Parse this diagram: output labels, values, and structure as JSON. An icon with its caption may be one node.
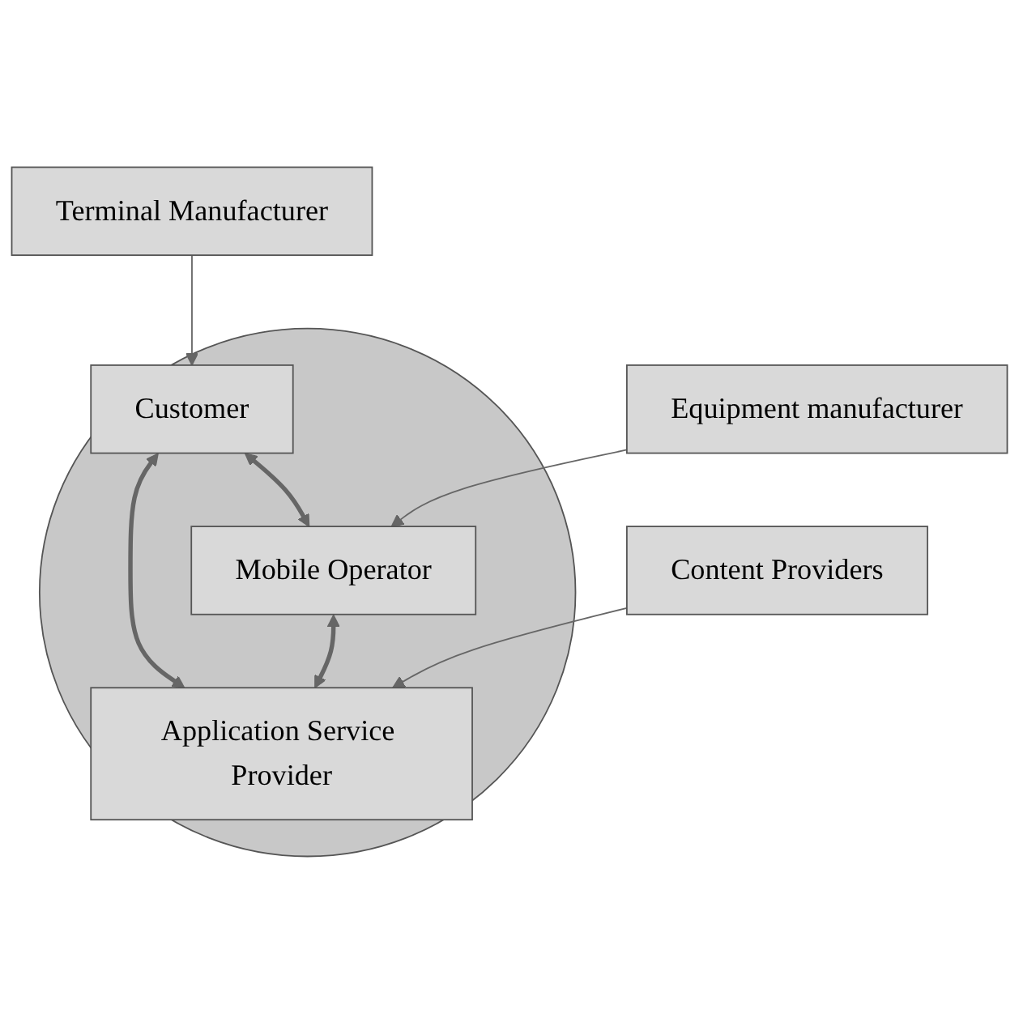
{
  "diagram": {
    "nodes": [
      {
        "text": [
          "Terminal Manufacturer"
        ]
      },
      {
        "text": [],
        "shape": "circle"
      },
      {
        "text": [
          "Customer"
        ],
        "in": 1
      },
      {
        "text": [
          "Mobile Operator"
        ],
        "in": 1
      },
      {
        "text": [
          "Application Service Provider"
        ],
        "in": 1
      },
      {
        "text": [
          "Equipment manufacturer"
        ]
      },
      {
        "text": [
          "Content Providers"
        ]
      }
    ],
    "edges": [
      {
        "from": 0,
        "to": 2,
        "arrow": "to"
      },
      {
        "from": 2,
        "to": 3,
        "arrow": "both",
        "style": "thick"
      },
      {
        "from": 2,
        "to": 4,
        "arrow": "both",
        "style": "thick"
      },
      {
        "from": 3,
        "to": 4,
        "arrow": "both",
        "style": "thick"
      },
      {
        "from": 5,
        "to": 3,
        "arrow": "to"
      },
      {
        "from": 6,
        "to": 4,
        "arrow": "to"
      }
    ]
  }
}
